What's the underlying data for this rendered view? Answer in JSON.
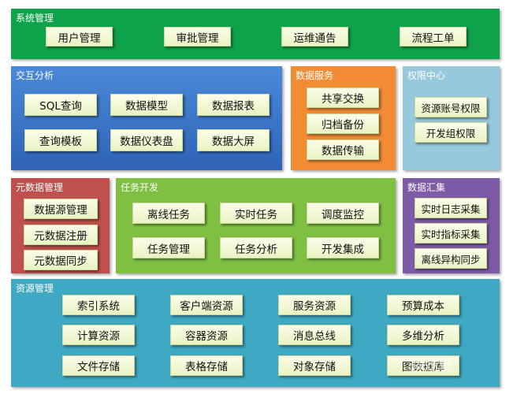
{
  "system_mgmt": {
    "title": "系统管理",
    "items": [
      "用户管理",
      "审批管理",
      "运维通告",
      "流程工单"
    ]
  },
  "interaction": {
    "title": "交互分析",
    "items": [
      "SQL查询",
      "数据模型",
      "数据报表",
      "查询模板",
      "数据仪表盘",
      "数据大屏"
    ]
  },
  "data_service": {
    "title": "数据服务",
    "items": [
      "共享交换",
      "归档备份",
      "数据传输"
    ]
  },
  "auth_center": {
    "title": "权限中心",
    "items": [
      "资源账号权限",
      "开发组权限"
    ]
  },
  "metadata": {
    "title": "元数据管理",
    "items": [
      "数据源管理",
      "元数据注册",
      "元数据同步"
    ]
  },
  "task_dev": {
    "title": "任务开发",
    "items": [
      "离线任务",
      "实时任务",
      "调度监控",
      "任务管理",
      "任务分析",
      "开发集成"
    ]
  },
  "data_gather": {
    "title": "数据汇集",
    "items": [
      "实时日志采集",
      "实时指标采集",
      "离线异构同步"
    ]
  },
  "resource_mgmt": {
    "title": "资源管理",
    "items": [
      "索引系统",
      "客户端资源",
      "服务资源",
      "预算成本",
      "计算资源",
      "容器资源",
      "消息总线",
      "多维分析",
      "文件存储",
      "表格存储",
      "对象存储",
      "图数据库"
    ]
  },
  "watermark": "游戏攻"
}
